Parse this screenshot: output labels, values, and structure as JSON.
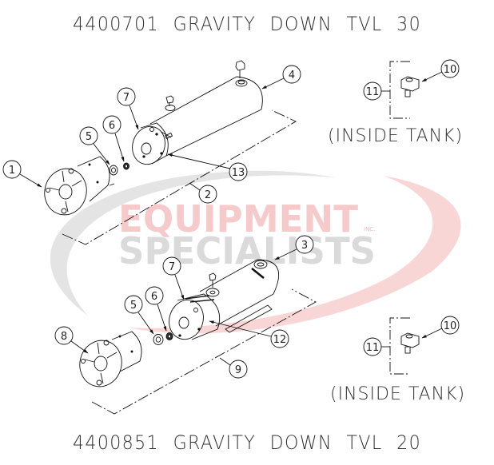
{
  "titles": {
    "top": "4400701  GRAVITY  DOWN  TVL  30",
    "bottom": "4400851  GRAVITY  DOWN  TVL  20"
  },
  "watermark": {
    "line1": "EQUIPMENT",
    "line2": "SPECIALISTS",
    "suffix": "INC.",
    "colors": {
      "red": "#f6caca",
      "gray": "#dadada",
      "swoosh_red": "#f9d6d6",
      "swoosh_gray": "#e4e4e4"
    }
  },
  "assemblies": [
    {
      "part_number": "4400701",
      "description": "GRAVITY DOWN TVL 30",
      "callouts": [
        "1",
        "2",
        "4",
        "5",
        "6",
        "7",
        "13"
      ],
      "inset": {
        "callouts": [
          "10",
          "11"
        ],
        "note": "(INSIDE TANK)"
      }
    },
    {
      "part_number": "4400851",
      "description": "GRAVITY DOWN TVL 20",
      "callouts": [
        "3",
        "5",
        "6",
        "7",
        "8",
        "9",
        "12"
      ],
      "inset": {
        "callouts": [
          "10",
          "11"
        ],
        "note": "(INSIDE TANK)"
      }
    }
  ],
  "callout_labels": {
    "c1": "1",
    "c2": "2",
    "c3": "3",
    "c4": "4",
    "c5a": "5",
    "c6a": "6",
    "c7a": "7",
    "c13": "13",
    "c5b": "5",
    "c6b": "6",
    "c7b": "7",
    "c8": "8",
    "c9": "9",
    "c12": "12",
    "c10a": "10",
    "c11a": "11",
    "c10b": "10",
    "c11b": "11"
  },
  "notes": {
    "inside_tank_top": "(INSIDE TANK)",
    "inside_tank_bottom": "(INSIDE TANK)"
  }
}
